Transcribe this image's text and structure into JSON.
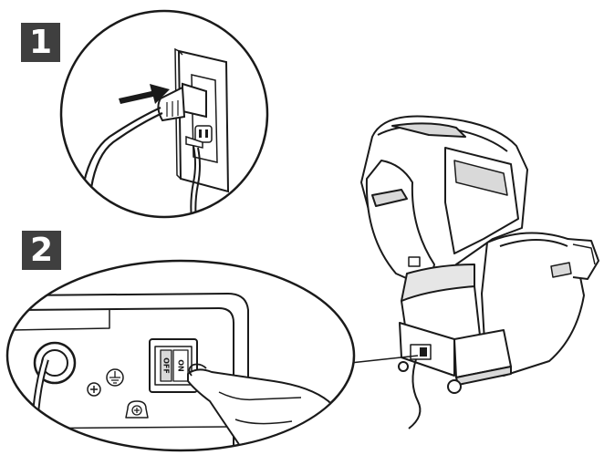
{
  "steps": [
    {
      "number": "1"
    },
    {
      "number": "2"
    }
  ],
  "switch_labels": {
    "off": "OFF",
    "on": "ON"
  },
  "colors": {
    "badge": "#3f3f3f",
    "line": "#1a1a1a",
    "shade": "#d9d9d9",
    "fill": "#ffffff"
  }
}
